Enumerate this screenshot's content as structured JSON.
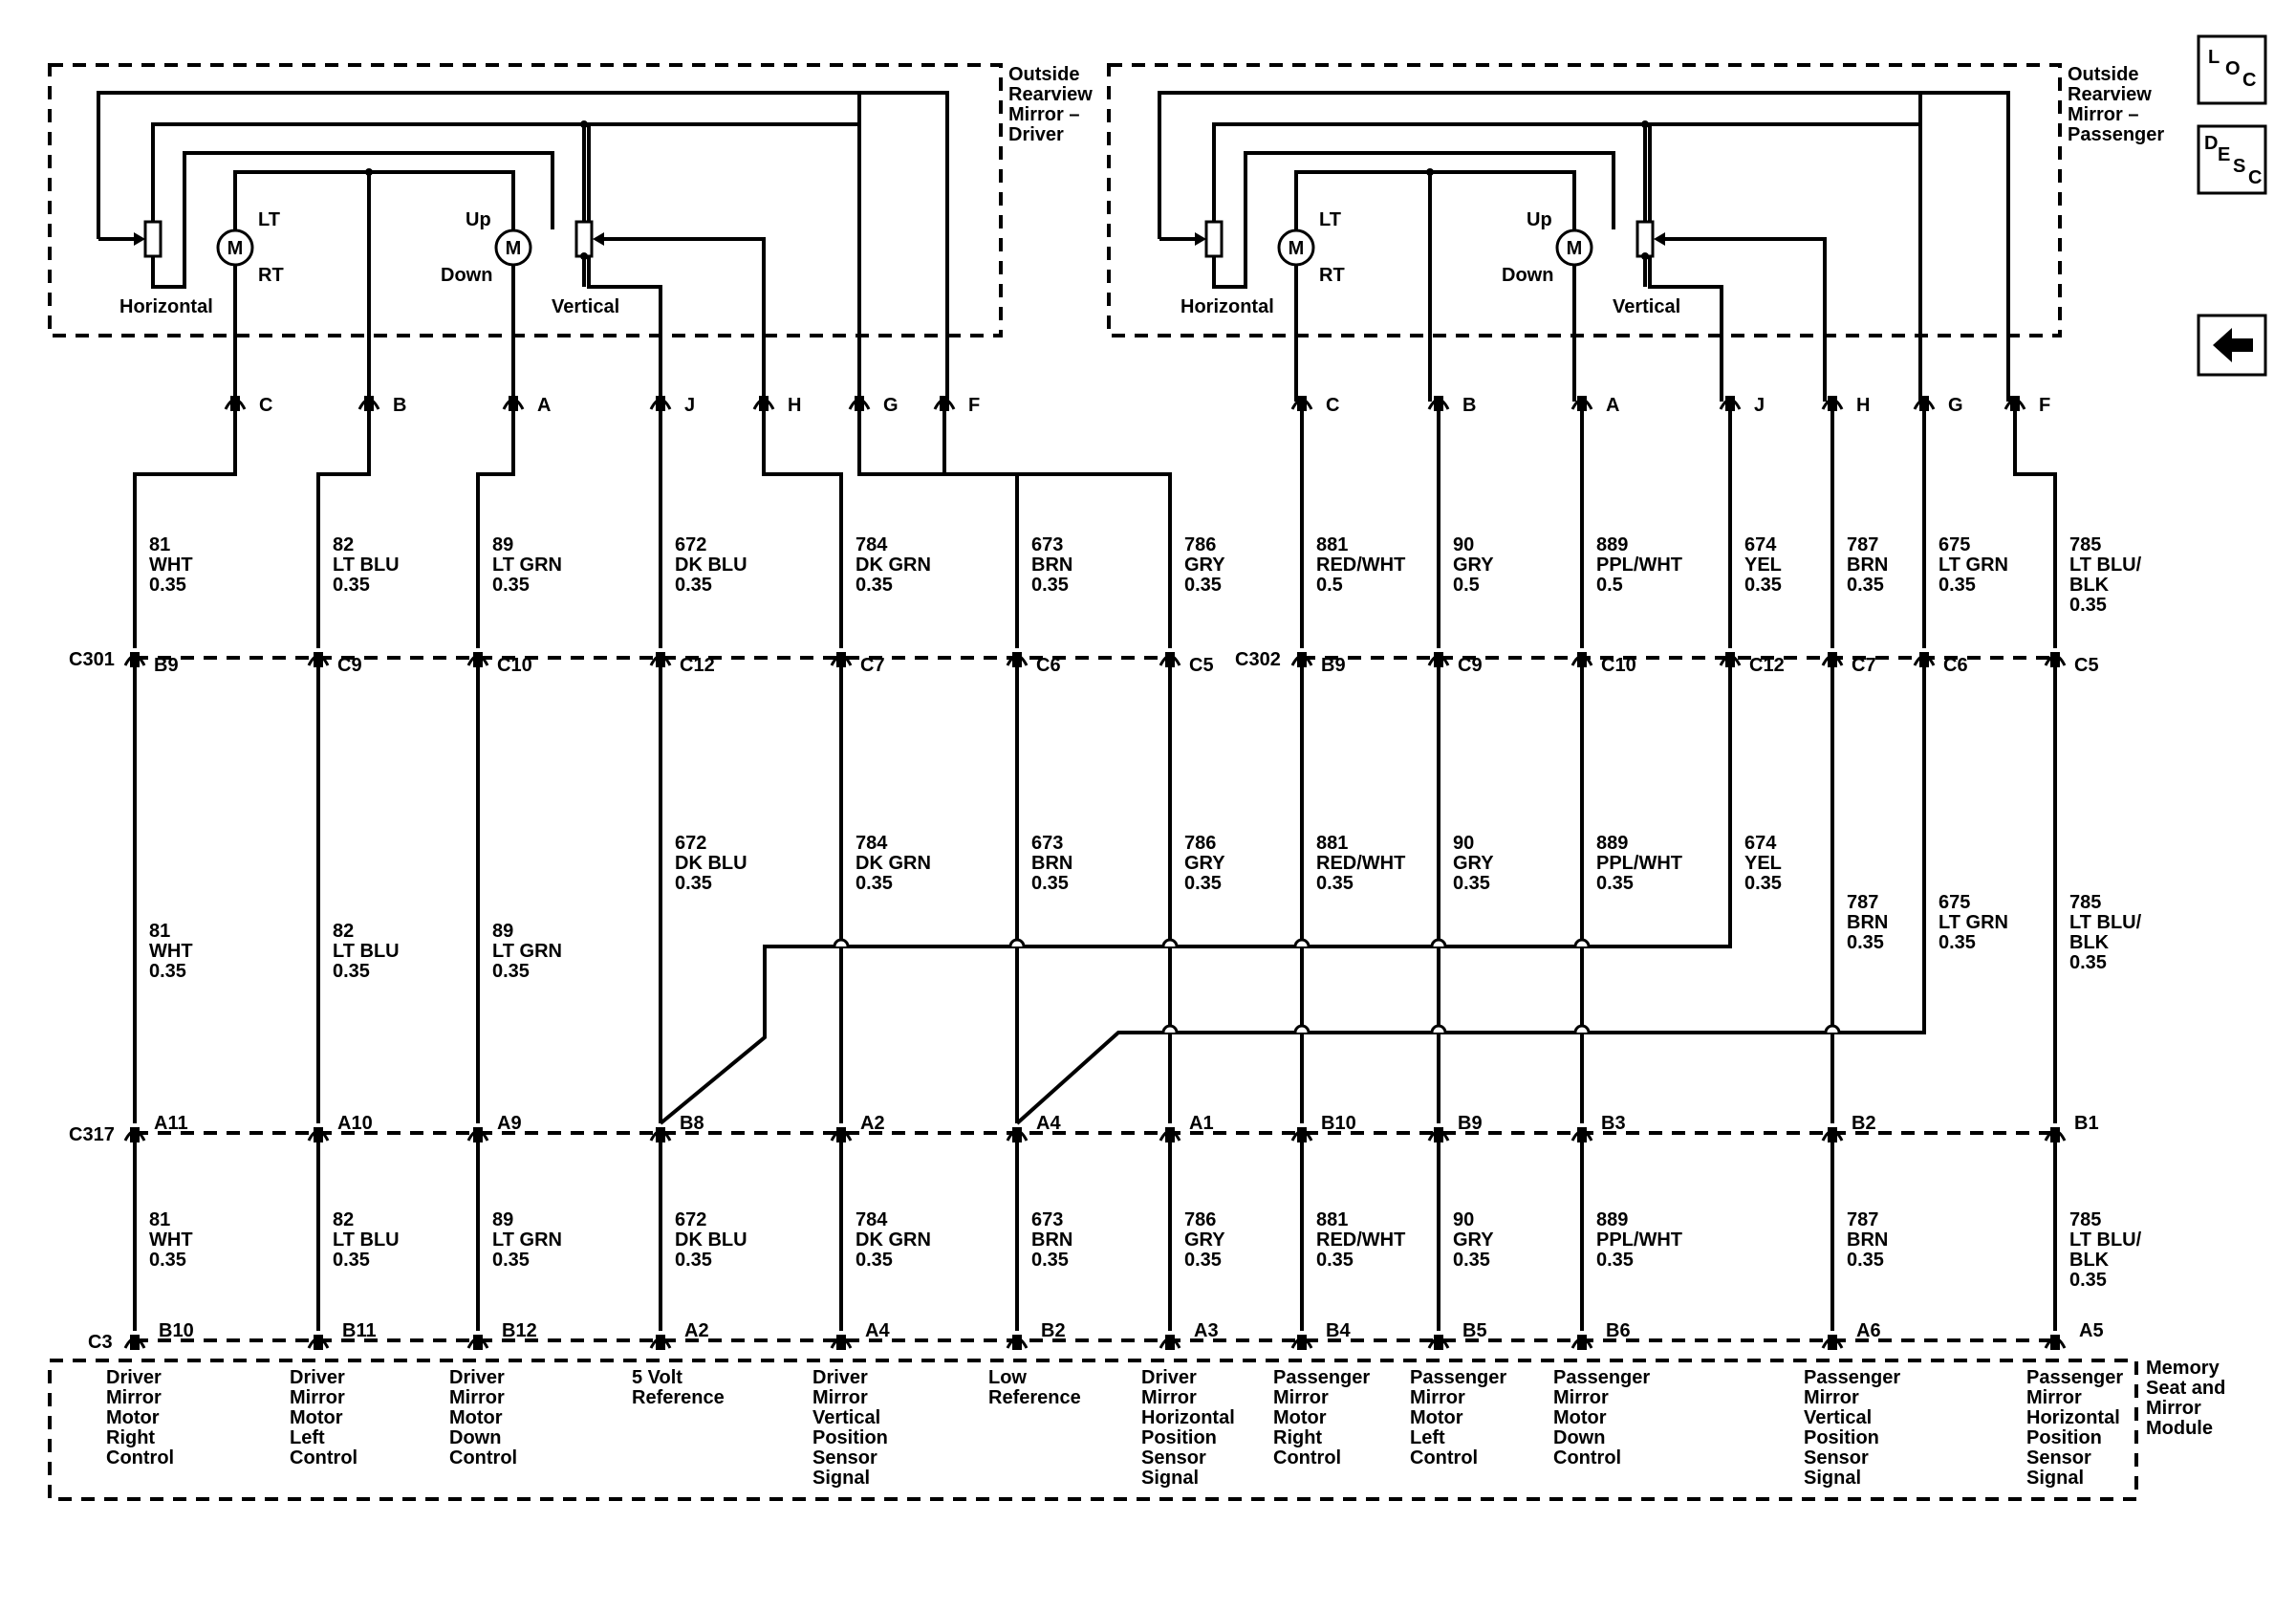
{
  "driver_mirror": {
    "title": [
      "Outside",
      "Rearview",
      "Mirror –",
      "Driver"
    ],
    "horizontal_label": "Horizontal",
    "vertical_label": "Vertical",
    "lt_label": "LT",
    "rt_label": "RT",
    "up_label": "Up",
    "down_label": "Down",
    "motor_symbol": "M"
  },
  "passenger_mirror": {
    "title": [
      "Outside",
      "Rearview",
      "Mirror –",
      "Passenger"
    ],
    "horizontal_label": "Horizontal",
    "vertical_label": "Vertical",
    "lt_label": "LT",
    "rt_label": "RT",
    "up_label": "Up",
    "down_label": "Down",
    "motor_symbol": "M"
  },
  "nav": {
    "loc_letters": [
      "L",
      "O",
      "C"
    ],
    "desc_letters": [
      "D",
      "E",
      "S",
      "C"
    ],
    "back_icon": "left-arrow-icon"
  },
  "connectors": {
    "c301": "C301",
    "c302": "C302",
    "c317": "C317",
    "c3": "C3"
  },
  "mirror_pins": [
    "C",
    "B",
    "A",
    "J",
    "H",
    "G",
    "F",
    "C",
    "B",
    "A",
    "J",
    "H",
    "G",
    "F"
  ],
  "wires_top": [
    [
      "81",
      "WHT",
      "0.35"
    ],
    [
      "82",
      "LT BLU",
      "0.35"
    ],
    [
      "89",
      "LT GRN",
      "0.35"
    ],
    [
      "672",
      "DK BLU",
      "0.35"
    ],
    [
      "784",
      "DK GRN",
      "0.35"
    ],
    [
      "673",
      "BRN",
      "0.35"
    ],
    [
      "786",
      "GRY",
      "0.35"
    ],
    [
      "881",
      "RED/WHT",
      "0.5"
    ],
    [
      "90",
      "GRY",
      "0.5"
    ],
    [
      "889",
      "PPL/WHT",
      "0.5"
    ],
    [
      "674",
      "YEL",
      "0.35"
    ],
    [
      "787",
      "BRN",
      "0.35"
    ],
    [
      "675",
      "LT GRN",
      "0.35"
    ],
    [
      "785",
      "LT BLU/",
      "BLK",
      "0.35"
    ]
  ],
  "c301_pins": [
    "B9",
    "C9",
    "C10",
    "C12",
    "C7",
    "C6",
    "C5"
  ],
  "c302_pins": [
    "B9",
    "C9",
    "C10",
    "C12",
    "C7",
    "C6",
    "C5"
  ],
  "wires_mid": [
    [
      "81",
      "WHT",
      "0.35"
    ],
    [
      "82",
      "LT BLU",
      "0.35"
    ],
    [
      "89",
      "LT GRN",
      "0.35"
    ],
    [
      "672",
      "DK BLU",
      "0.35"
    ],
    [
      "784",
      "DK GRN",
      "0.35"
    ],
    [
      "673",
      "BRN",
      "0.35"
    ],
    [
      "786",
      "GRY",
      "0.35"
    ],
    [
      "881",
      "RED/WHT",
      "0.35"
    ],
    [
      "90",
      "GRY",
      "0.35"
    ],
    [
      "889",
      "PPL/WHT",
      "0.35"
    ],
    [
      "674",
      "YEL",
      "0.35"
    ],
    [
      "787",
      "BRN",
      "0.35"
    ],
    [
      "675",
      "LT GRN",
      "0.35"
    ],
    [
      "785",
      "LT BLU/",
      "BLK",
      "0.35"
    ]
  ],
  "c317_pins": [
    "A11",
    "A10",
    "A9",
    "B8",
    "A2",
    "A4",
    "A1",
    "B10",
    "B9",
    "B3",
    "B2",
    "B1"
  ],
  "wires_bottom": [
    [
      "81",
      "WHT",
      "0.35"
    ],
    [
      "82",
      "LT BLU",
      "0.35"
    ],
    [
      "89",
      "LT GRN",
      "0.35"
    ],
    [
      "672",
      "DK BLU",
      "0.35"
    ],
    [
      "784",
      "DK GRN",
      "0.35"
    ],
    [
      "673",
      "BRN",
      "0.35"
    ],
    [
      "786",
      "GRY",
      "0.35"
    ],
    [
      "881",
      "RED/WHT",
      "0.35"
    ],
    [
      "90",
      "GRY",
      "0.35"
    ],
    [
      "889",
      "PPL/WHT",
      "0.35"
    ],
    [
      "787",
      "BRN",
      "0.35"
    ],
    [
      "785",
      "LT BLU/",
      "BLK",
      "0.35"
    ]
  ],
  "c3_pins": [
    "B10",
    "B11",
    "B12",
    "A2",
    "A4",
    "B2",
    "A3",
    "B4",
    "B5",
    "B6",
    "A6",
    "A5"
  ],
  "module": {
    "title": [
      "Memory",
      "Seat and",
      "Mirror",
      "Module"
    ],
    "functions": [
      [
        "Driver",
        "Mirror",
        "Motor",
        "Right",
        "Control"
      ],
      [
        "Driver",
        "Mirror",
        "Motor",
        "Left",
        "Control"
      ],
      [
        "Driver",
        "Mirror",
        "Motor",
        "Down",
        "Control"
      ],
      [
        "5 Volt",
        "Reference"
      ],
      [
        "Driver",
        "Mirror",
        "Vertical",
        "Position",
        "Sensor",
        "Signal"
      ],
      [
        "Low",
        "Reference"
      ],
      [
        "Driver",
        "Mirror",
        "Horizontal",
        "Position",
        "Sensor",
        "Signal"
      ],
      [
        "Passenger",
        "Mirror",
        "Motor",
        "Right",
        "Control"
      ],
      [
        "Passenger",
        "Mirror",
        "Motor",
        "Left",
        "Control"
      ],
      [
        "Passenger",
        "Mirror",
        "Motor",
        "Down",
        "Control"
      ],
      [
        "Passenger",
        "Mirror",
        "Vertical",
        "Position",
        "Sensor",
        "Signal"
      ],
      [
        "Passenger",
        "Mirror",
        "Horizontal",
        "Position",
        "Sensor",
        "Signal"
      ]
    ]
  }
}
